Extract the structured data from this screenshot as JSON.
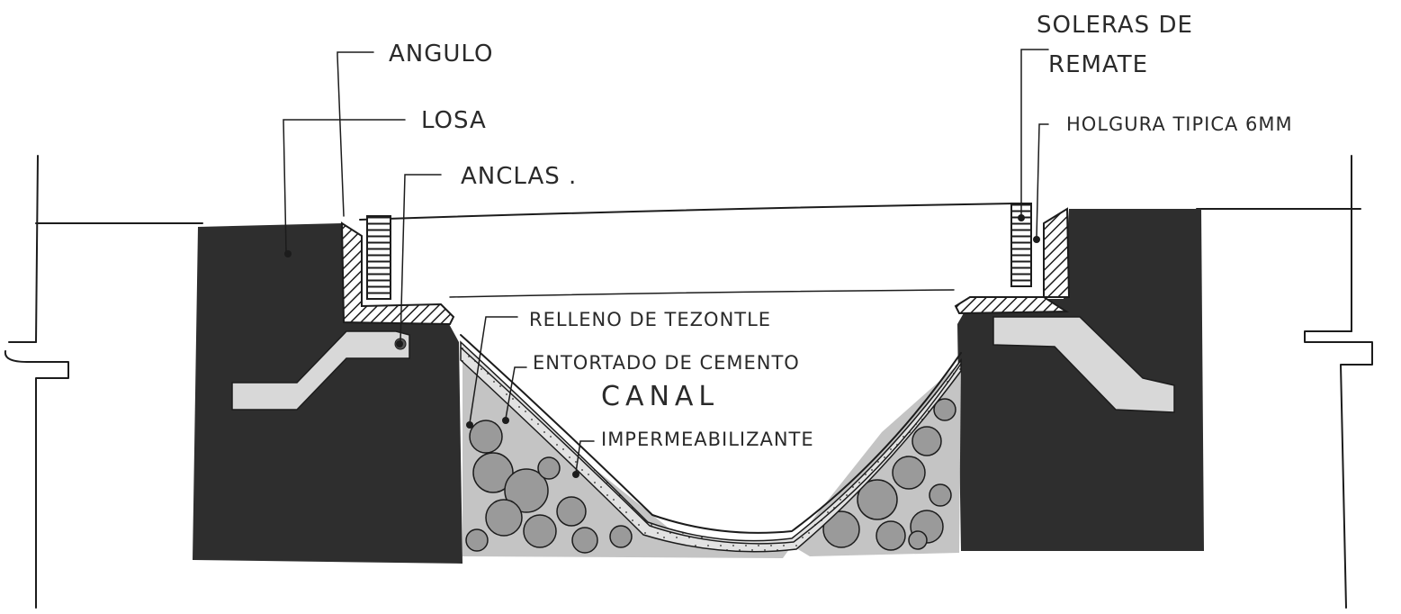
{
  "labels": {
    "angulo": "ANGULO",
    "losa": "LOSA",
    "anclas": "ANCLAS .",
    "soleras_1": "SOLERAS DE",
    "soleras_2": "REMATE",
    "holgura": "HOLGURA TIPICA 6MM",
    "relleno": "RELLENO DE TEZONTLE",
    "entortado": "ENTORTADO DE CEMENTO",
    "canal": "CANAL",
    "impermeabilizante": "IMPERMEABILIZANTE"
  },
  "colors": {
    "ink": "#1c1c1c",
    "concrete_dark": "#2e2e2e",
    "plate_grey": "#d8d8d8",
    "fill_grey": "#c4c4c4",
    "stone_grey": "#9a9a9a",
    "paper": "#ffffff"
  }
}
